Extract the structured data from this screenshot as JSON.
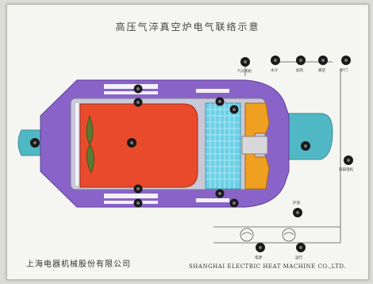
{
  "panel": {
    "title": "高压气淬真空炉电气联络示意",
    "company_cn": "上海电器机械股份有限公司",
    "company_en": "SHANGHAI ELECTRIC HEAT MACHINE CO.,LTD."
  },
  "labels": {
    "top_knob_1": "气冷风机",
    "top_knob_2": "水冷",
    "top_knob_3": "加热",
    "top_knob_4": "真空",
    "top_knob_5": "炉门",
    "right_knob": "风扇电机",
    "mid_knob": "炉温",
    "bottom_knob_1": "电源",
    "bottom_knob_2": "运行"
  },
  "colors": {
    "vessel": "#8a63c8",
    "chamber": "#ea4a2c",
    "cooling_grid": "#6ed0e6",
    "heat_exchanger": "#f0a020",
    "flange": "#50b8c4",
    "fan": "#5a7a30"
  }
}
